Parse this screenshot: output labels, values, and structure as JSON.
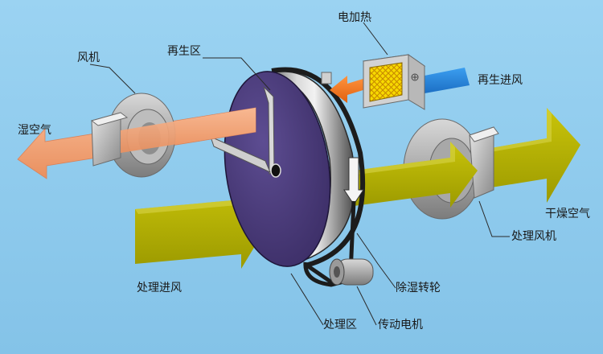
{
  "diagram": {
    "labels": {
      "electric_heater": "电加热",
      "regeneration_zone": "再生区",
      "fan": "风机",
      "wet_air": "湿空气",
      "regen_inlet_air": "再生进风",
      "dry_air": "干燥空气",
      "process_fan": "处理风机",
      "process_inlet_air": "处理进风",
      "desiccant_wheel": "除湿转轮",
      "process_zone": "处理区",
      "drive_motor": "传动电机"
    },
    "colors": {
      "background": "#8ecbee",
      "process_air_arrow": "#b3b000",
      "wet_air_arrow": "#f3a27a",
      "heated_air_arrow": "#f07a20",
      "regen_inlet_arrow": "#2a86d8",
      "wheel_face": "#4a3b7a",
      "heater_core": "#f5d400"
    }
  }
}
